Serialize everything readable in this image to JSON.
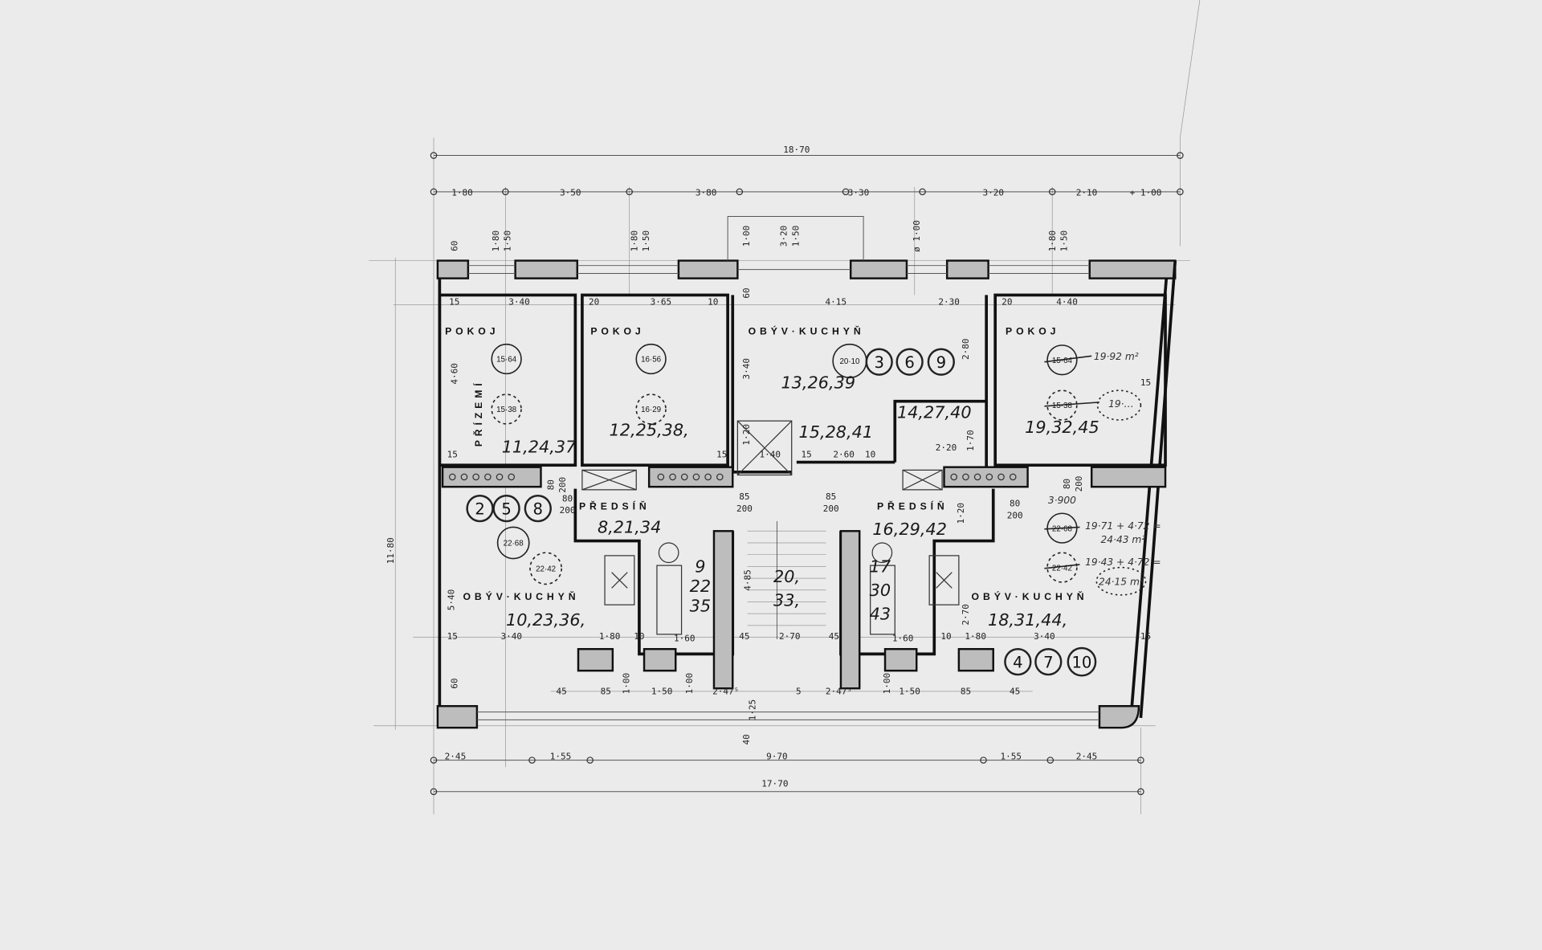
{
  "plan": {
    "top_total": "18·70",
    "top_segments": [
      "1·80",
      "3·50",
      "3·80",
      "3·30",
      "3·20",
      "2·10",
      "+ 1·00"
    ],
    "window_dims": [
      "1·80",
      "1·50",
      "1·80",
      "1·50",
      "1·00",
      "3·20",
      "1·50",
      "ø 1·00",
      "1·80",
      "1·50",
      "60"
    ],
    "upper_interior_dims": [
      "15",
      "3·40",
      "20",
      "3·65",
      "10",
      "4·15",
      "2·30",
      "20",
      "4·40",
      "60",
      "15"
    ],
    "side_dims": [
      "4·60",
      "11·80",
      "5·40",
      "60",
      "3·40",
      "2·80",
      "1·20",
      "1·20",
      "4·85",
      "2·70",
      "15",
      "15",
      "15",
      "2·60",
      "10",
      "2·20",
      "1·40",
      "1·70"
    ],
    "door_dims": [
      "80",
      "200",
      "80",
      "200",
      "85",
      "200",
      "85",
      "200",
      "80",
      "200",
      "80",
      "200"
    ],
    "lower_interior_dims": [
      "15",
      "3·40",
      "1·80",
      "10",
      "1·60",
      "45",
      "2·70",
      "45",
      "1·60",
      "10",
      "1·80",
      "3·40",
      "15"
    ],
    "bottom_row_dims": [
      "45",
      "85",
      "1·00",
      "1·50",
      "1·00",
      "2·47⁵",
      "1·25",
      "5",
      "2·47⁵",
      "1·00",
      "1·50",
      "85",
      "45",
      "40"
    ],
    "bottom_segments": [
      "2·45",
      "1·55",
      "9·70",
      "1·55",
      "2·45"
    ],
    "bottom_total": "17·70"
  },
  "rooms": [
    "POKOJ",
    "POKOJ",
    "OBÝV·KUCHYŇ",
    "POKOJ",
    "PŘEDSÍŇ",
    "PŘEDSÍŇ",
    "OBÝV·KUCHYŇ",
    "OBÝV·KUCHYŇ",
    "PŘÍZEMÍ"
  ],
  "areas": [
    "15·64",
    "15·38",
    "16·56",
    "16·29",
    "20·10",
    "15·64",
    "15·38",
    "22·68",
    "22·42",
    "22·68",
    "22·42"
  ],
  "area_notes": [
    "19·92 m²",
    "19·…",
    "3·900",
    "19·71 + 4·72 =",
    "24·43 m²",
    "19·43 + 4·72 =",
    "24·15 m²"
  ],
  "unit_numbers": [
    "3",
    "6",
    "9",
    "2",
    "5",
    "8",
    "4",
    "7",
    "10"
  ],
  "handwritten": [
    "11,24,37",
    "12,25,38,",
    "13,26,39",
    "15,28,41",
    "14,27,40",
    "19,32,45",
    "8,21,34",
    "16,29,42",
    "9",
    "22",
    "35",
    "20,",
    "33,",
    "17",
    "30",
    "43",
    "10,23,36,",
    "18,31,44,"
  ]
}
